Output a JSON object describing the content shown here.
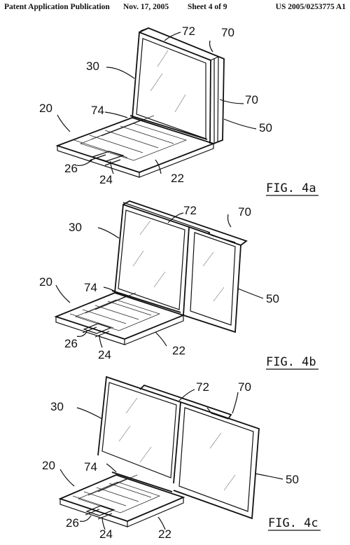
{
  "header": {
    "publication": "Patent Application Publication",
    "date": "Nov. 17, 2005",
    "sheet": "Sheet 4 of 9",
    "number": "US 2005/0253775 A1"
  },
  "figures": [
    {
      "caption": "FIG. 4a",
      "refs": {
        "r72": "72",
        "r70a": "70",
        "r30": "30",
        "r70b": "70",
        "r20": "20",
        "r74": "74",
        "r50": "50",
        "r26": "26",
        "r24": "24",
        "r22": "22"
      }
    },
    {
      "caption": "FIG. 4b",
      "refs": {
        "r72": "72",
        "r70": "70",
        "r30": "30",
        "r20": "20",
        "r74": "74",
        "r50": "50",
        "r26": "26",
        "r24": "24",
        "r22": "22"
      }
    },
    {
      "caption": "FIG. 4c",
      "refs": {
        "r72": "72",
        "r70": "70",
        "r30": "30",
        "r20": "20",
        "r74": "74",
        "r50": "50",
        "r26": "26",
        "r24": "24",
        "r22": "22"
      }
    }
  ]
}
